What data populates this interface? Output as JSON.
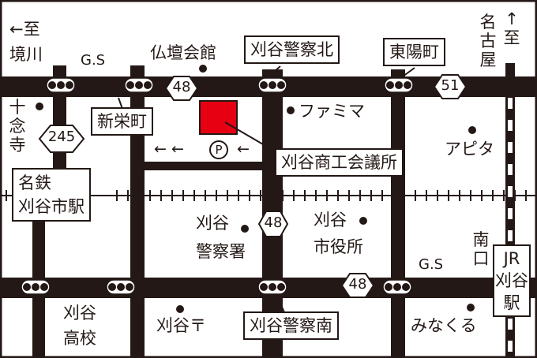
{
  "colors": {
    "ink": "#231815",
    "target": "#e60012"
  },
  "directions": {
    "to_sakaigawa_arrow": "←至",
    "to_sakaigawa_place": "境川",
    "to_nagoya_arrow": "↑至",
    "to_nagoya_place": "名古屋"
  },
  "gas_stations": [
    "G.S",
    "G.S"
  ],
  "route_numbers": {
    "top_48": "48",
    "top_51": "51",
    "left_245": "245",
    "mid_48": "48",
    "bottom_48": "48"
  },
  "intersections": {
    "kariya_police_north": "刈谷警察北",
    "toyocho": "東陽町",
    "shineicho": "新栄町",
    "kariya_police_south": "刈谷警察南"
  },
  "stations": {
    "meitetsu": [
      "名鉄",
      "刈谷市駅"
    ],
    "jr": [
      "JR",
      "刈谷",
      "駅"
    ],
    "south_exit": "南口"
  },
  "landmarks": {
    "butsudan": "仏壇会館",
    "jyunenji": "十念寺",
    "famima": "ファミマ",
    "apita": "アピタ",
    "police_station": [
      "刈谷",
      "警察署"
    ],
    "city_hall": [
      "刈谷",
      "市役所"
    ],
    "high_school": [
      "刈谷",
      "高校"
    ],
    "post_office": "刈谷〒",
    "minakuru": "みなくる"
  },
  "target": {
    "name": "刈谷商工会議所",
    "parking": "P",
    "parking_arrows": "← ←",
    "parking_arrow_right": "←"
  }
}
